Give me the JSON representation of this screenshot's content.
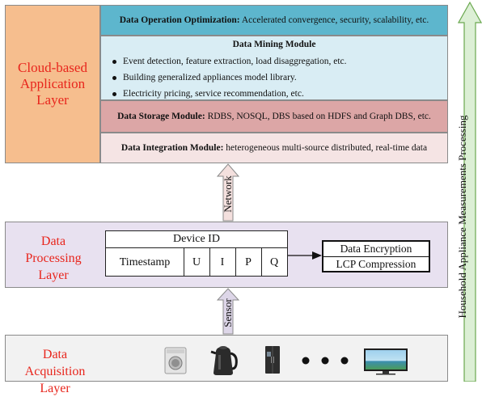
{
  "layers": {
    "cloud": {
      "label": "Cloud-based\nApplication\nLayer",
      "color": "#e8251c"
    },
    "processing": {
      "label": "Data Processing\nLayer"
    },
    "acquisition": {
      "label": "Data Acquisition\nLayer"
    }
  },
  "cloud_modules": {
    "operation": {
      "title": "Data Operation Optimization:",
      "text": " Accelerated convergence, security, scalability, etc."
    },
    "mining": {
      "title": "Data Mining Module",
      "items": [
        "Event detection, feature extraction, load disaggregation, etc.",
        "Building generalized appliances model library.",
        "Electricity pricing, service recommendation, etc."
      ]
    },
    "storage": {
      "title": "Data Storage Module:",
      "text": " RDBS, NOSQL, DBS based on HDFS and Graph DBS, etc."
    },
    "integration": {
      "title": "Data Integration Module:",
      "text": " heterogeneous multi-source distributed, real-time data"
    }
  },
  "arrows": {
    "network": "Network",
    "sensor": "Sensor",
    "side": "Household Appliance Measurements Processing"
  },
  "device_table": {
    "header": "Device ID",
    "cells": [
      "Timestamp",
      "U",
      "I",
      "P",
      "Q"
    ]
  },
  "encryption_box": {
    "rows": [
      "Data Encryption",
      "LCP Compression"
    ]
  },
  "appliances": [
    "washing-machine-icon",
    "kettle-icon",
    "refrigerator-icon",
    "ellipsis-icon",
    "television-icon"
  ],
  "colors": {
    "cloud_left": "#f6be8e",
    "operation": "#5db6cd",
    "mining": "#d9edf4",
    "storage": "#dca6a6",
    "integration": "#f5e4e4",
    "processing": "#e8e1f0",
    "acquisition": "#f2f2f2",
    "network_arrow": "#f4e0de",
    "sensor_arrow": "#ddd6e8",
    "side_arrow": "#dcefd5",
    "side_arrow_border": "#6aa84f",
    "layer_label": "#e8251c"
  }
}
